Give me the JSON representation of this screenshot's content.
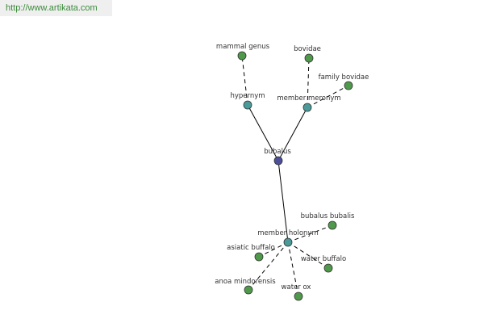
{
  "source": {
    "url_text": "http://www.artikata.com",
    "color": "#3a8a3a"
  },
  "colors": {
    "root": "#4b4f9a",
    "relation": "#4a9a9a",
    "leaf": "#4f9a4a"
  },
  "nodes": {
    "bubalus": "bubalus",
    "hypernym": "hypernym",
    "member_meronym": "member meronym",
    "member_holonym": "member holonym",
    "mammal_genus": "mammal genus",
    "bovidae": "bovidae",
    "family_bovidae": "family bovidae",
    "bubalus_bubalis": "bubalus bubalis",
    "asiatic_buffalo": "asiatic buffalo",
    "water_buffalo": "water buffalo",
    "anoa_mindorensis": "anoa mindorensis",
    "water_ox": "water ox"
  }
}
